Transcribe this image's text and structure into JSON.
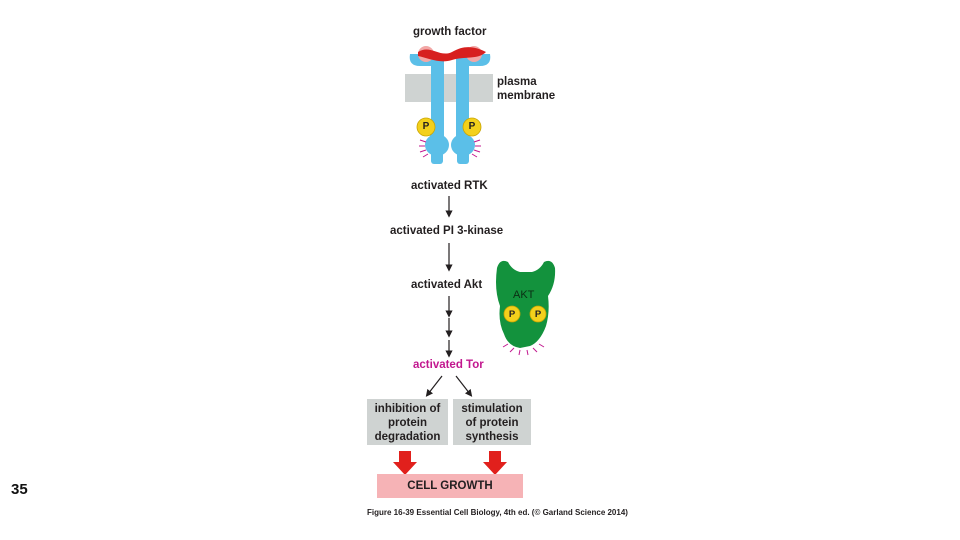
{
  "slide": {
    "number": "35"
  },
  "diagram": {
    "growth_factor": "growth factor",
    "plasma_membrane_line1": "plasma",
    "plasma_membrane_line2": "membrane",
    "phosphate": "P",
    "steps": {
      "rtk": "activated RTK",
      "pi3k": "activated PI 3-kinase",
      "akt": "activated Akt",
      "tor": "activated Tor"
    },
    "akt_protein_label": "AKT",
    "branches": {
      "left": [
        "inhibition of",
        "protein",
        "degradation"
      ],
      "right": [
        "stimulation",
        "of protein",
        "synthesis"
      ]
    },
    "outcome": "CELL GROWTH",
    "caption": "Figure 16-39 Essential Cell Biology, 4th ed. (© Garland Science 2014)"
  },
  "colors": {
    "receptor": "#5bbfe8",
    "growth_factor": "#d7201f",
    "membrane": "#cfd3d2",
    "phosphate": "#f3d01c",
    "akt": "#13923d",
    "tor_text": "#c2188f",
    "branch_box": "#cfd3d2",
    "outcome_box": "#f6b3b6",
    "big_arrow": "#e1201c"
  }
}
